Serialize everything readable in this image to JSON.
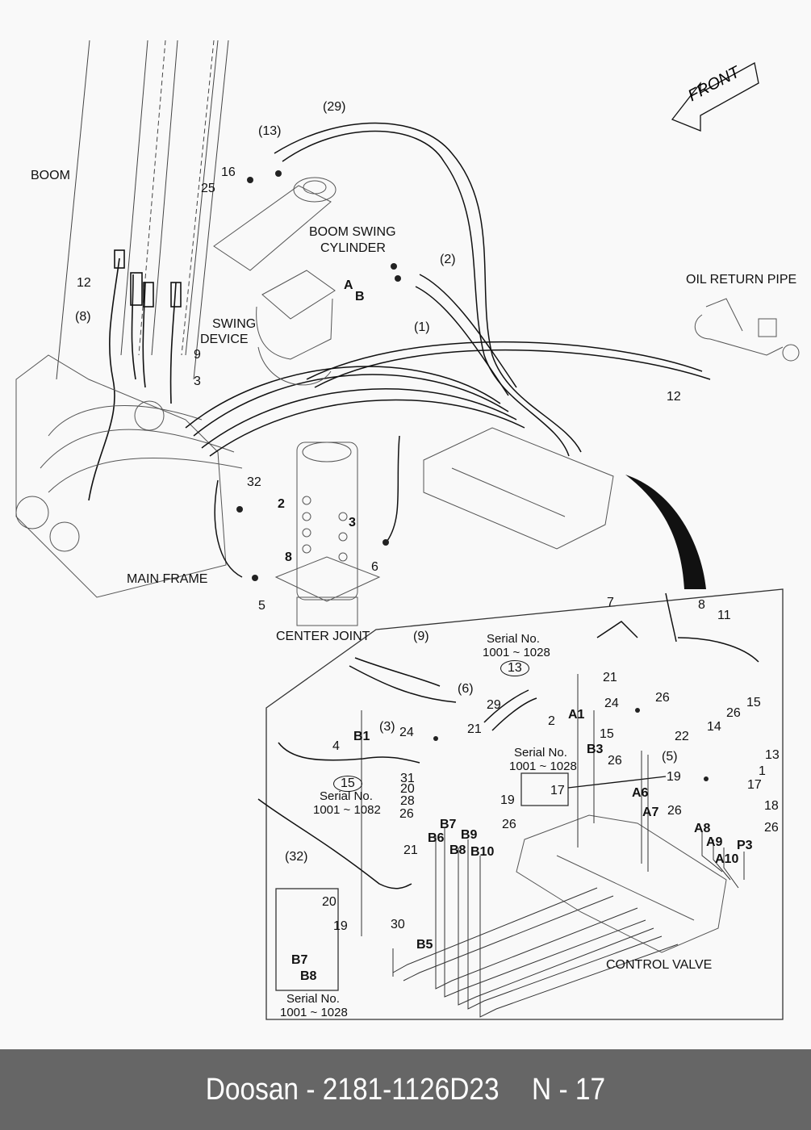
{
  "diagram": {
    "title": "Boom swing / center joint / control valve hydraulic piping",
    "front_arrow": "FRONT",
    "component_labels": {
      "boom": "BOOM",
      "boom_swing_cylinder_1": "BOOM SWING",
      "boom_swing_cylinder_2": "CYLINDER",
      "swing_device_1": "SWING",
      "swing_device_2": "DEVICE",
      "oil_return_pipe": "OIL RETURN PIPE",
      "main_frame": "MAIN FRAME",
      "center_joint": "CENTER JOINT",
      "control_valve": "CONTROL VALVE"
    },
    "upper_callouts": [
      {
        "id": "c29",
        "text": "(29)"
      },
      {
        "id": "c13",
        "text": "(13)"
      },
      {
        "id": "c16",
        "text": "16"
      },
      {
        "id": "c25",
        "text": "25"
      },
      {
        "id": "c2p",
        "text": "(2)"
      },
      {
        "id": "c1p",
        "text": "(1)"
      },
      {
        "id": "cA",
        "text": "A"
      },
      {
        "id": "cB",
        "text": "B"
      },
      {
        "id": "c12a",
        "text": "12"
      },
      {
        "id": "c8p",
        "text": "(8)"
      },
      {
        "id": "c9",
        "text": "9"
      },
      {
        "id": "c3",
        "text": "3"
      },
      {
        "id": "c12b",
        "text": "12"
      },
      {
        "id": "c32",
        "text": "32"
      },
      {
        "id": "cj2",
        "text": "2"
      },
      {
        "id": "cj3",
        "text": "3"
      },
      {
        "id": "cj8",
        "text": "8"
      },
      {
        "id": "c5",
        "text": "5"
      },
      {
        "id": "c6",
        "text": "6"
      }
    ],
    "detail_callouts": [
      {
        "id": "d9p",
        "text": "(9)"
      },
      {
        "id": "d6p",
        "text": "(6)"
      },
      {
        "id": "d3p",
        "text": "(3)"
      },
      {
        "id": "d24a",
        "text": "24"
      },
      {
        "id": "d21a",
        "text": "21"
      },
      {
        "id": "d29",
        "text": "29"
      },
      {
        "id": "d2",
        "text": "2"
      },
      {
        "id": "d4",
        "text": "4"
      },
      {
        "id": "d31",
        "text": "31"
      },
      {
        "id": "d20",
        "text": "20"
      },
      {
        "id": "d28",
        "text": "28"
      },
      {
        "id": "d26a",
        "text": "26"
      },
      {
        "id": "d19a",
        "text": "19"
      },
      {
        "id": "d26b",
        "text": "26"
      },
      {
        "id": "d32p",
        "text": "(32)"
      },
      {
        "id": "d21b",
        "text": "21"
      },
      {
        "id": "d30",
        "text": "30"
      },
      {
        "id": "d7",
        "text": "7"
      },
      {
        "id": "d8",
        "text": "8"
      },
      {
        "id": "d11",
        "text": "11"
      },
      {
        "id": "d21c",
        "text": "21"
      },
      {
        "id": "d24b",
        "text": "24"
      },
      {
        "id": "d26c",
        "text": "26"
      },
      {
        "id": "d15a",
        "text": "15"
      },
      {
        "id": "d26d",
        "text": "26"
      },
      {
        "id": "d14",
        "text": "14"
      },
      {
        "id": "d15b",
        "text": "15"
      },
      {
        "id": "d22",
        "text": "22"
      },
      {
        "id": "d26e",
        "text": "26"
      },
      {
        "id": "d5p",
        "text": "(5)"
      },
      {
        "id": "d13",
        "text": "13"
      },
      {
        "id": "d1",
        "text": "1"
      },
      {
        "id": "d17a",
        "text": "17"
      },
      {
        "id": "d19b",
        "text": "19"
      },
      {
        "id": "d17b",
        "text": "17"
      },
      {
        "id": "d18",
        "text": "18"
      },
      {
        "id": "d26f",
        "text": "26"
      },
      {
        "id": "d26g",
        "text": "26"
      },
      {
        "id": "d20b",
        "text": "20"
      },
      {
        "id": "d19c",
        "text": "19"
      }
    ],
    "port_labels": [
      "A1",
      "B1",
      "B3",
      "A6",
      "A7",
      "A8",
      "A9",
      "A10",
      "P3",
      "B5",
      "B6",
      "B7",
      "B8",
      "B9",
      "B10",
      "B7",
      "B8"
    ],
    "circled_callouts": {
      "c13": "13",
      "c15": "15"
    },
    "serial_notes": [
      {
        "line1": "Serial No.",
        "line2": "1001 ~ 1028"
      },
      {
        "line1": "Serial No.",
        "line2": "1001 ~ 1082"
      },
      {
        "line1": "Serial No.",
        "line2": "1001 ~ 1028"
      },
      {
        "line1": "Serial No.",
        "line2": "1001 ~ 1028"
      }
    ]
  },
  "footer": {
    "brand": "Doosan",
    "separator": "-",
    "part_number": "2181-1126D23",
    "page_ref": "N - 17"
  }
}
